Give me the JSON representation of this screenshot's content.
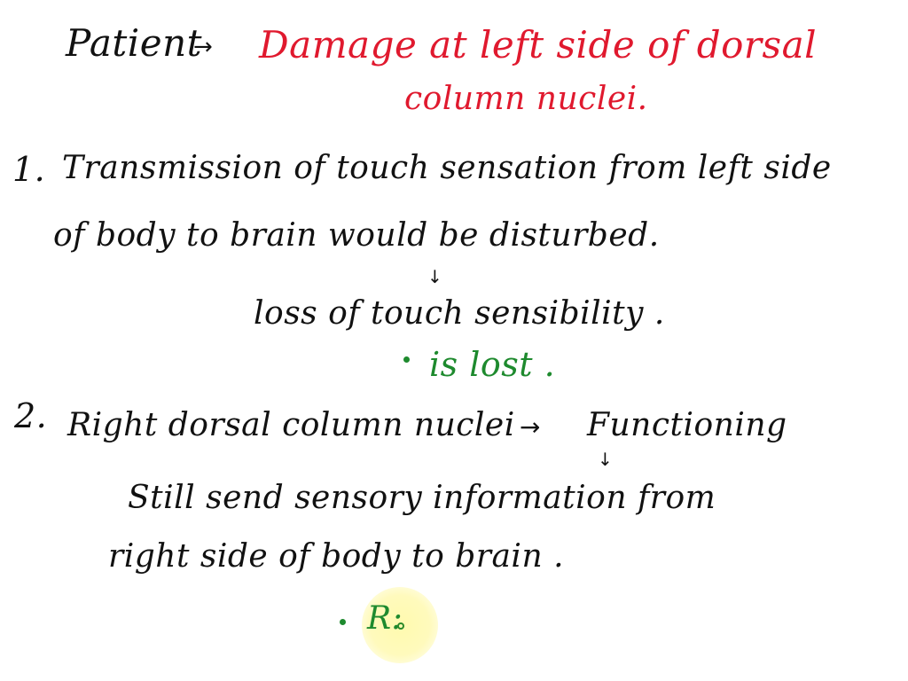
{
  "header": {
    "label": "Patient",
    "arrow": "→",
    "line1": "Damage  at left side of dorsal",
    "line2": "column  nuclei."
  },
  "point1": {
    "number": "1.",
    "line1": "Transmission  of  touch  sensation  from left side",
    "line2": "of  body  to  brain   would  be  disturbed.",
    "down_arrow": "↓",
    "line3": "loss  of  touch  sensibility .",
    "bullet": "is  lost ."
  },
  "point2": {
    "number": "2.",
    "line1_part1": "Right  dorsal  column  nuclei",
    "arrow": "→",
    "line1_part2": "Functioning",
    "down_arrow": "↓",
    "line2": "Still  send  sensory  information  from",
    "line3": "right  side  of  body  to  brain .",
    "bullet": "R:"
  },
  "colors": {
    "ink": "#111111",
    "red": "#e0192e",
    "green": "#1e8a2e",
    "highlight": "#fff7a0"
  }
}
